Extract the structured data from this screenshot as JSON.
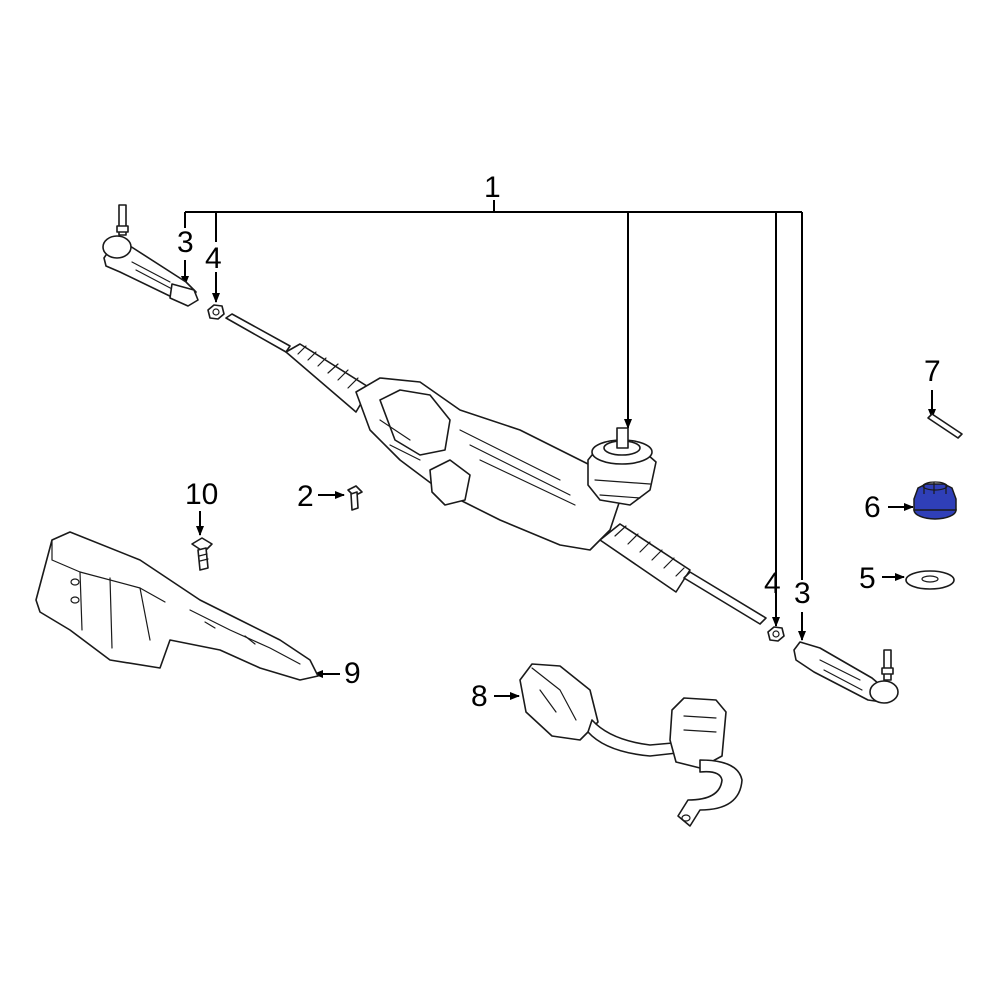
{
  "diagram": {
    "labels": {
      "p1": "1",
      "p2": "2",
      "p3a": "3",
      "p3b": "3",
      "p4a": "4",
      "p4b": "4",
      "p5": "5",
      "p6": "6",
      "p7": "7",
      "p8": "8",
      "p9": "9",
      "p10": "10"
    },
    "highlight_color": "#2f3fb8",
    "line_color": "#000000"
  }
}
